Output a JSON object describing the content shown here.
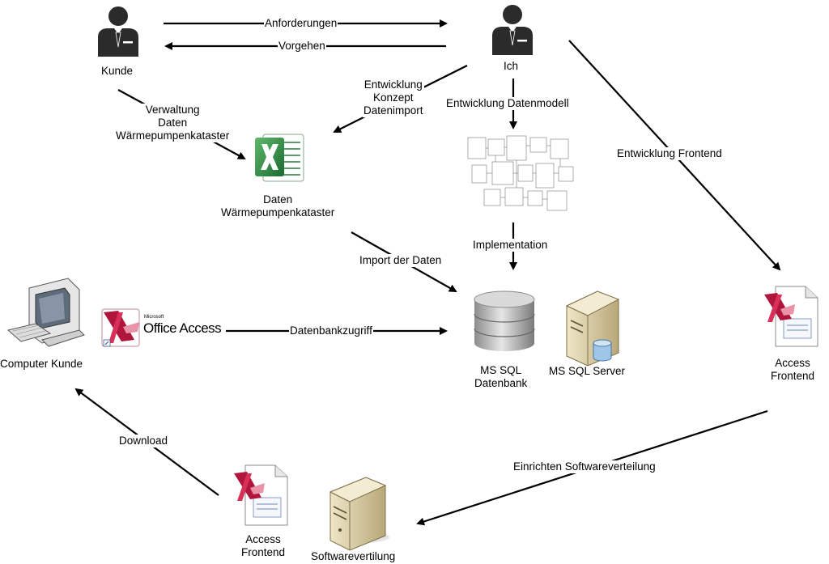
{
  "nodes": {
    "kunde": "Kunde",
    "ich": "Ich",
    "excel": "Daten\nWärmepumpenkataster",
    "datenbank": "MS SQL\nDatenbank",
    "sqlserver": "MS SQL Server",
    "computer": "Computer Kunde",
    "access_right": "Access\nFrontend",
    "access_bottom": "Access\nFrontend",
    "softwareverteilung": "Softwarevertilung",
    "office_access_logo": "Office Access",
    "office_access_microsoft": "Microsoft"
  },
  "edges": {
    "anforderungen": "Anforderungen",
    "vorgehen": "Vorgehen",
    "verwaltung": "Verwaltung\nDaten\nWärmepumpenkataster",
    "entwicklung_konzept": "Entwicklung\nKonzept\nDatenimport",
    "entwicklung_datenmodell": "Entwicklung Datenmodell",
    "entwicklung_frontend": "Entwicklung Frontend",
    "implementation": "Implementation",
    "import": "Import der Daten",
    "datenbankzugriff": "Datenbankzugriff",
    "einrichten": "Einrichten Softwareverteilung",
    "download": "Download"
  },
  "colors": {
    "arrow": "#000000",
    "person": "#2b2b2b",
    "excel": "#1f7a3a",
    "access": "#b0163c",
    "server": "#d8ccaa",
    "database": "#bdbdbd"
  }
}
